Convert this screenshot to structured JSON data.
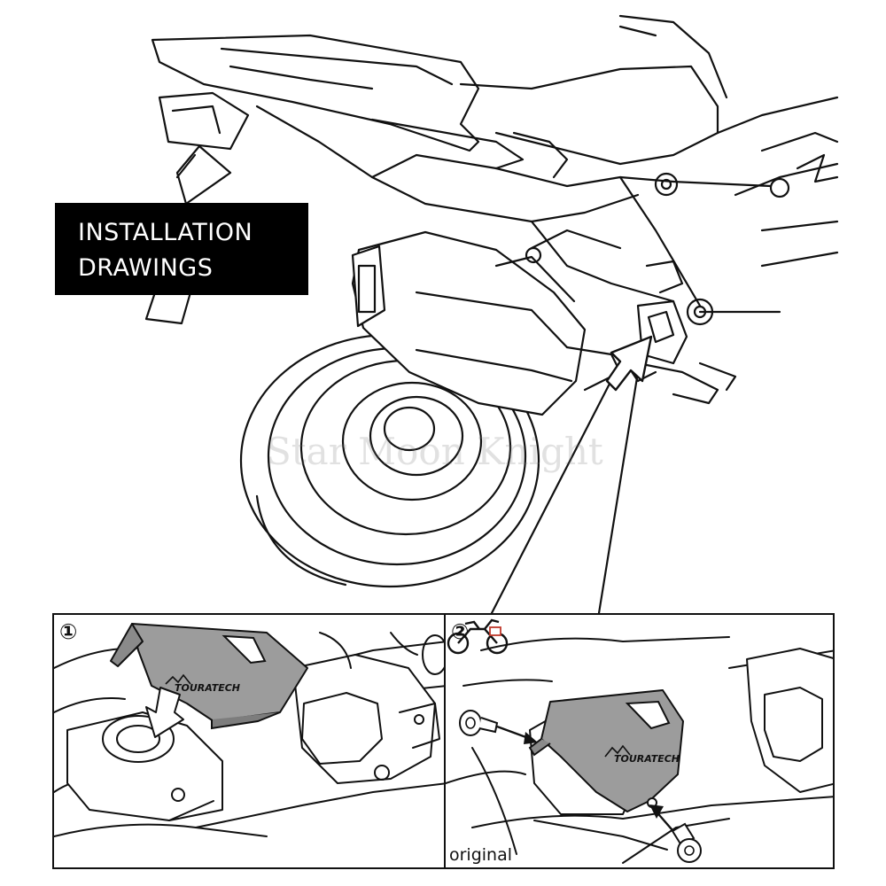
{
  "title": {
    "line1": "INSTALLATION",
    "line2": "DRAWINGS"
  },
  "watermark": "Star Moon Knight",
  "steps": [
    {
      "badge": "①",
      "brand": "TOURATECH"
    },
    {
      "badge": "②",
      "brand": "TOURATECH",
      "caption": "original"
    }
  ],
  "colors": {
    "plate": "#9c9c9c",
    "line": "#111111",
    "title_bg": "#000000",
    "title_text": "#ffffff",
    "icon_accent": "#c0392b"
  },
  "icons": [
    "step-1-badge",
    "step-2-badge",
    "arrow-down-icon",
    "bolt-icon",
    "motorcycle-icon"
  ]
}
